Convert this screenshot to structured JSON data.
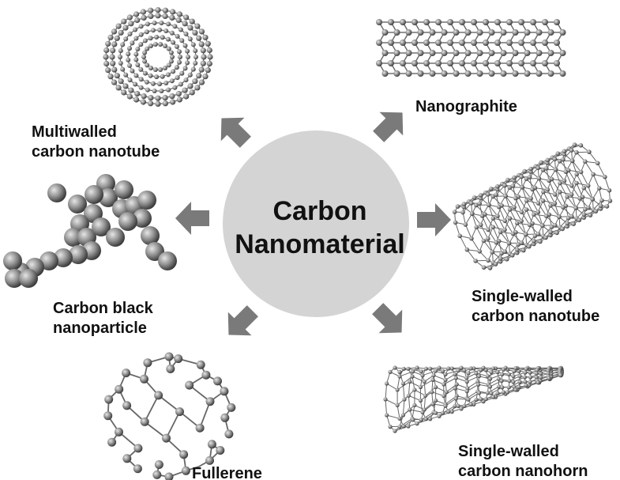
{
  "center": {
    "line1": "Carbon",
    "line2": "Nanomaterial"
  },
  "labels": {
    "mwcnt": [
      "Multiwalled",
      "carbon nanotube"
    ],
    "nanographite": [
      "Nanographite"
    ],
    "carbon_black": [
      "Carbon black",
      "nanoparticle"
    ],
    "swcnt": [
      "Single-walled",
      "carbon nanotube"
    ],
    "fullerene": [
      "Fullerene"
    ],
    "nanohorn": [
      "Single-walled",
      "carbon nanohorn"
    ]
  },
  "colors": {
    "circle": "#d4d4d4",
    "arrow": "#7a7a7a",
    "atom": "#8c8c8c",
    "bond": "#666666"
  }
}
